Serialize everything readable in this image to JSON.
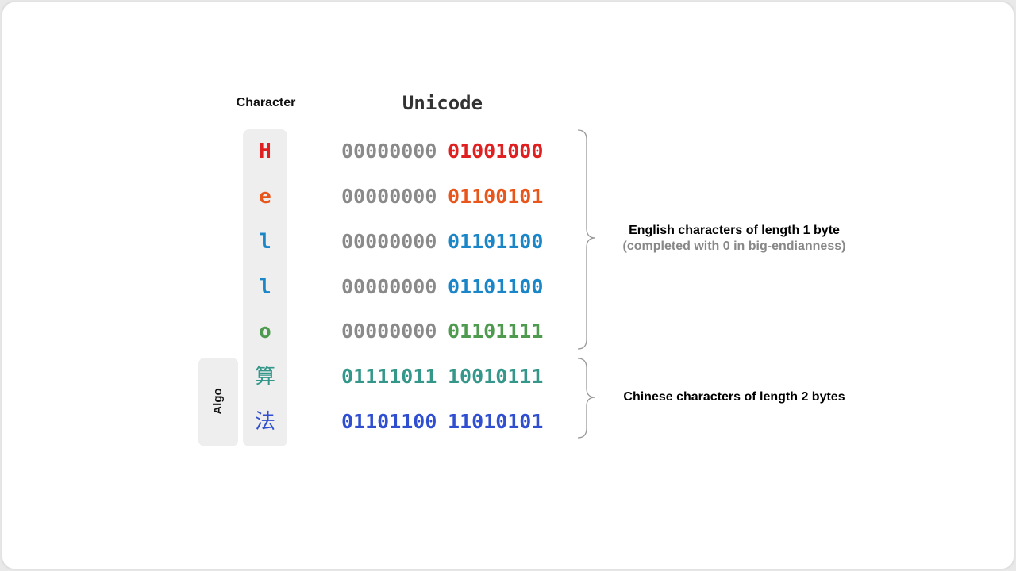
{
  "headers": {
    "character": "Character",
    "unicode": "Unicode"
  },
  "group_label": "Algo",
  "rows": [
    {
      "char": "H",
      "high": "00000000",
      "low": "01001000",
      "char_color": "#e02020",
      "high_color": "#8a8a8a",
      "low_color": "#e02020"
    },
    {
      "char": "e",
      "high": "00000000",
      "low": "01100101",
      "char_color": "#e8561c",
      "high_color": "#8a8a8a",
      "low_color": "#e8561c"
    },
    {
      "char": "l",
      "high": "00000000",
      "low": "01101100",
      "char_color": "#1a86c8",
      "high_color": "#8a8a8a",
      "low_color": "#1a86c8"
    },
    {
      "char": "l",
      "high": "00000000",
      "low": "01101100",
      "char_color": "#1a86c8",
      "high_color": "#8a8a8a",
      "low_color": "#1a86c8"
    },
    {
      "char": "o",
      "high": "00000000",
      "low": "01101111",
      "char_color": "#4e9a4e",
      "high_color": "#8a8a8a",
      "low_color": "#4e9a4e"
    },
    {
      "char": "算",
      "high": "01111011",
      "low": "10010111",
      "char_color": "#35968a",
      "high_color": "#35968a",
      "low_color": "#35968a"
    },
    {
      "char": "法",
      "high": "01101100",
      "low": "11010101",
      "char_color": "#2f4fd0",
      "high_color": "#2f4fd0",
      "low_color": "#2f4fd0"
    }
  ],
  "notes": {
    "english_line1": "English characters of length 1 byte",
    "english_line2": "(completed with 0 in big-endianness)",
    "chinese": "Chinese characters of length 2 bytes"
  },
  "colors": {
    "background": "#ffffff",
    "panel": "#eeeeee",
    "brace": "#999999"
  }
}
